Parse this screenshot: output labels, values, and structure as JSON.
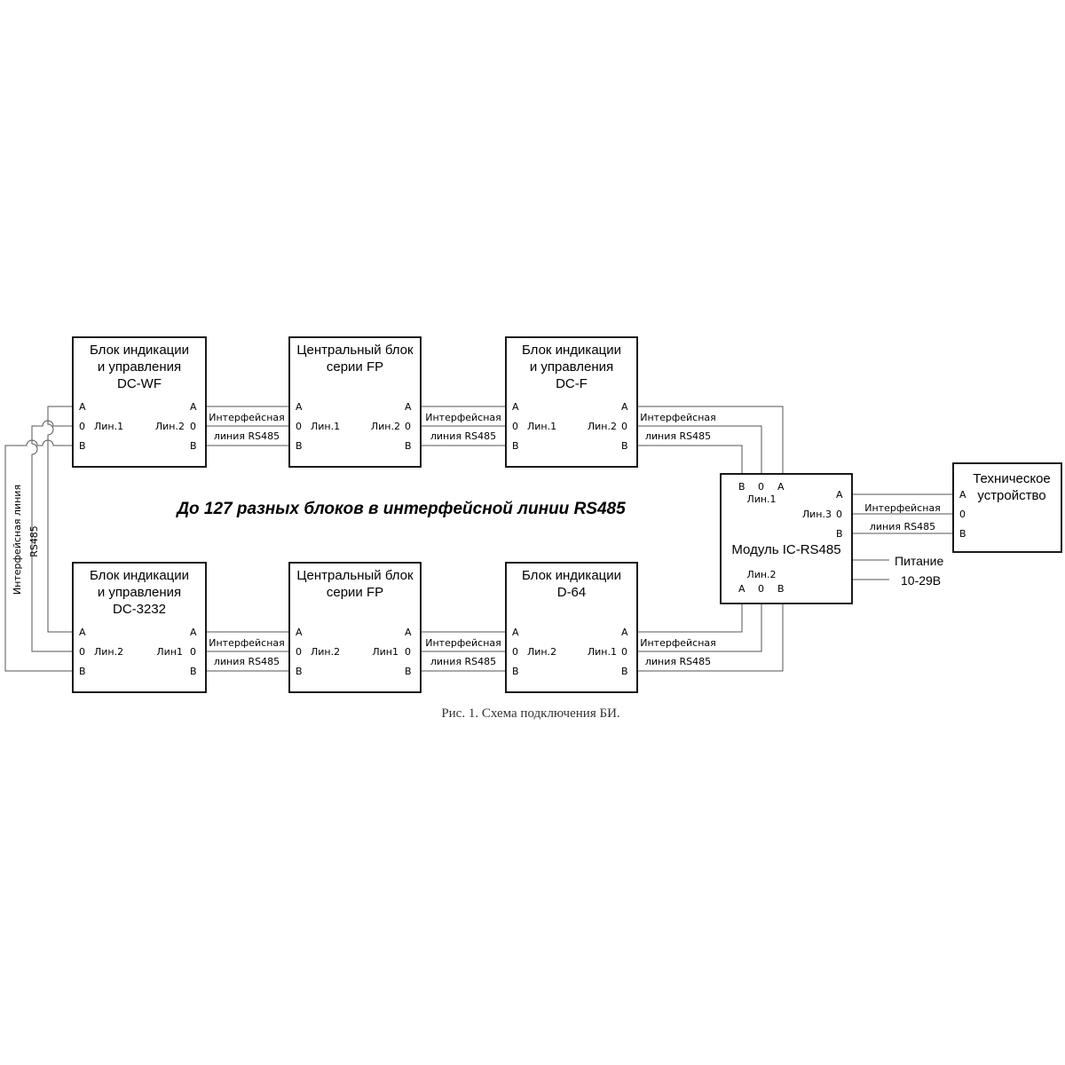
{
  "banner": "До 127 разных блоков в интерфейсной линии RS485",
  "caption": "Рис. 1. Схема подключения БИ.",
  "link_label_1": "Интерфейсная",
  "link_label_2": "линия RS485",
  "side_label_1": "Интерфейсная линия",
  "side_label_2": "RS485",
  "pins": {
    "a": "A",
    "o": "0",
    "b": "B"
  },
  "blocks": {
    "dcwf": {
      "line1": "Блок индикации",
      "line2": "и управления",
      "line3": "DC-WF",
      "left_line": "Лин.1",
      "right_line": "Лин.2"
    },
    "fp_top": {
      "line1": "Центральный блок",
      "line2": "серии FP",
      "left_line": "Лин.1",
      "right_line": "Лин.2"
    },
    "dcf": {
      "line1": "Блок индикации",
      "line2": "и управления",
      "line3": "DC-F",
      "left_line": "Лин.1",
      "right_line": "Лин.2"
    },
    "dc3232": {
      "line1": "Блок индикации",
      "line2": "и управления",
      "line3": "DC-3232",
      "left_line": "Лин.2",
      "right_line": "Лин1"
    },
    "fp_bottom": {
      "line1": "Центральный блок",
      "line2": "серии FP",
      "left_line": "Лин.2",
      "right_line": "Лин1"
    },
    "d64": {
      "line1": "Блок индикации",
      "line2": "D-64",
      "left_line": "Лин.2",
      "right_line": "Лин.1"
    },
    "module": {
      "name": "Модуль IC-RS485",
      "top_line": "Лин.1",
      "right_line": "Лин.3",
      "bottom_line": "Лин.2"
    },
    "tech": {
      "line1": "Техническое",
      "line2": "устройство"
    }
  },
  "power": {
    "line1": "Питание",
    "line2": "10-29В"
  }
}
